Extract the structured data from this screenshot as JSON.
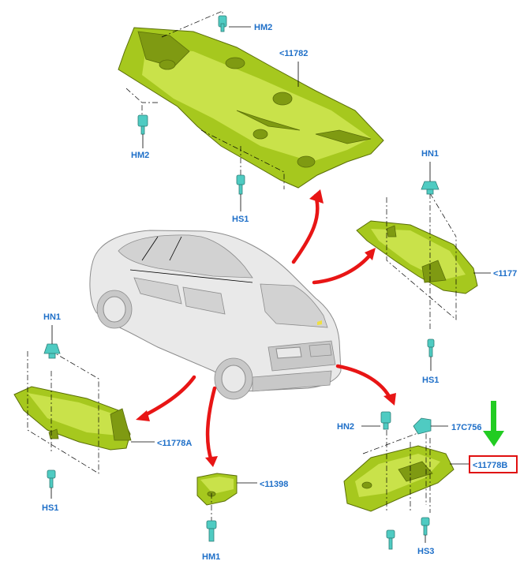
{
  "labels": {
    "hm2_top": "HM2",
    "p11782": "<11782",
    "hm2_left": "HM2",
    "hs1_top": "HS1",
    "hn1_right": "HN1",
    "p1177": "<1177",
    "hs1_right": "HS1",
    "hn1_left": "HN1",
    "p11778a": "<11778A",
    "hs1_left": "HS1",
    "p11398": "<11398",
    "hm1": "HM1",
    "hn2": "HN2",
    "p17c756": "17C756",
    "p11778b": "<11778B",
    "hs3": "HS3"
  },
  "colors": {
    "label_text": "#1e6fc8",
    "part_fill": "#a6c81e",
    "fastener": "#4fcbc2",
    "arrow_red": "#e81515",
    "arrow_green": "#22cc22",
    "highlight_box": "#e01010"
  }
}
